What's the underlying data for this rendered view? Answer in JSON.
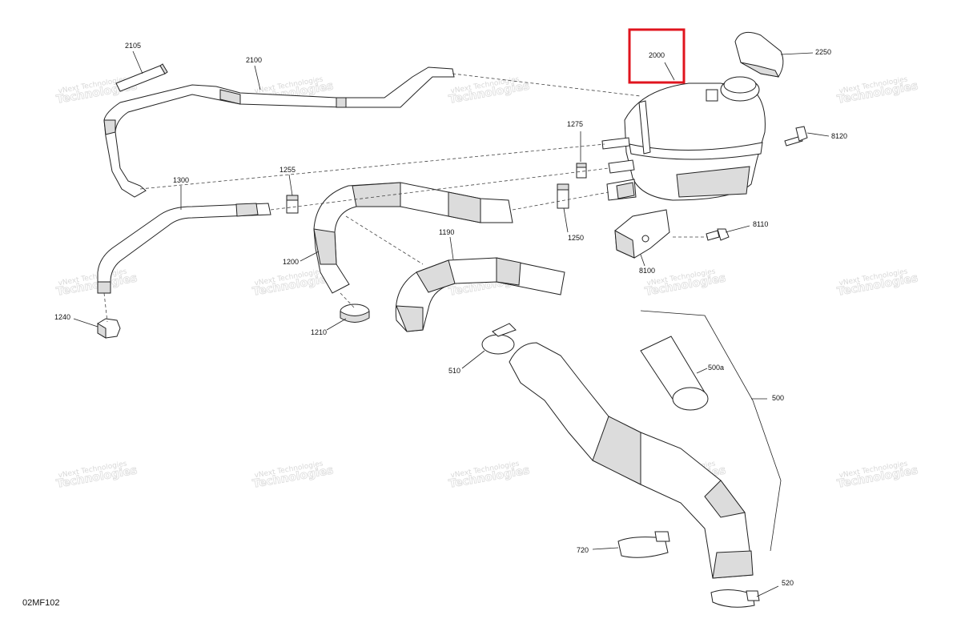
{
  "diagram": {
    "code": "02MF102",
    "highlight_color": "#e0141e",
    "callouts": [
      {
        "id": "c2105",
        "text": "2105"
      },
      {
        "id": "c2100",
        "text": "2100"
      },
      {
        "id": "c2000",
        "text": "2000"
      },
      {
        "id": "c2250",
        "text": "2250"
      },
      {
        "id": "c1275",
        "text": "1275"
      },
      {
        "id": "c8120",
        "text": "8120"
      },
      {
        "id": "c1300",
        "text": "1300"
      },
      {
        "id": "c1255",
        "text": "1255"
      },
      {
        "id": "c1250",
        "text": "1250"
      },
      {
        "id": "c8110",
        "text": "8110"
      },
      {
        "id": "c1190",
        "text": "1190"
      },
      {
        "id": "c1200",
        "text": "1200"
      },
      {
        "id": "c8100",
        "text": "8100"
      },
      {
        "id": "c1240",
        "text": "1240"
      },
      {
        "id": "c1210",
        "text": "1210"
      },
      {
        "id": "c510",
        "text": "510"
      },
      {
        "id": "c500a",
        "text": "500a"
      },
      {
        "id": "c500",
        "text": "500"
      },
      {
        "id": "c720",
        "text": "720"
      },
      {
        "id": "c520",
        "text": "520"
      }
    ],
    "watermark": {
      "line1": "vNext Technologies",
      "line2": "Technologies"
    }
  }
}
